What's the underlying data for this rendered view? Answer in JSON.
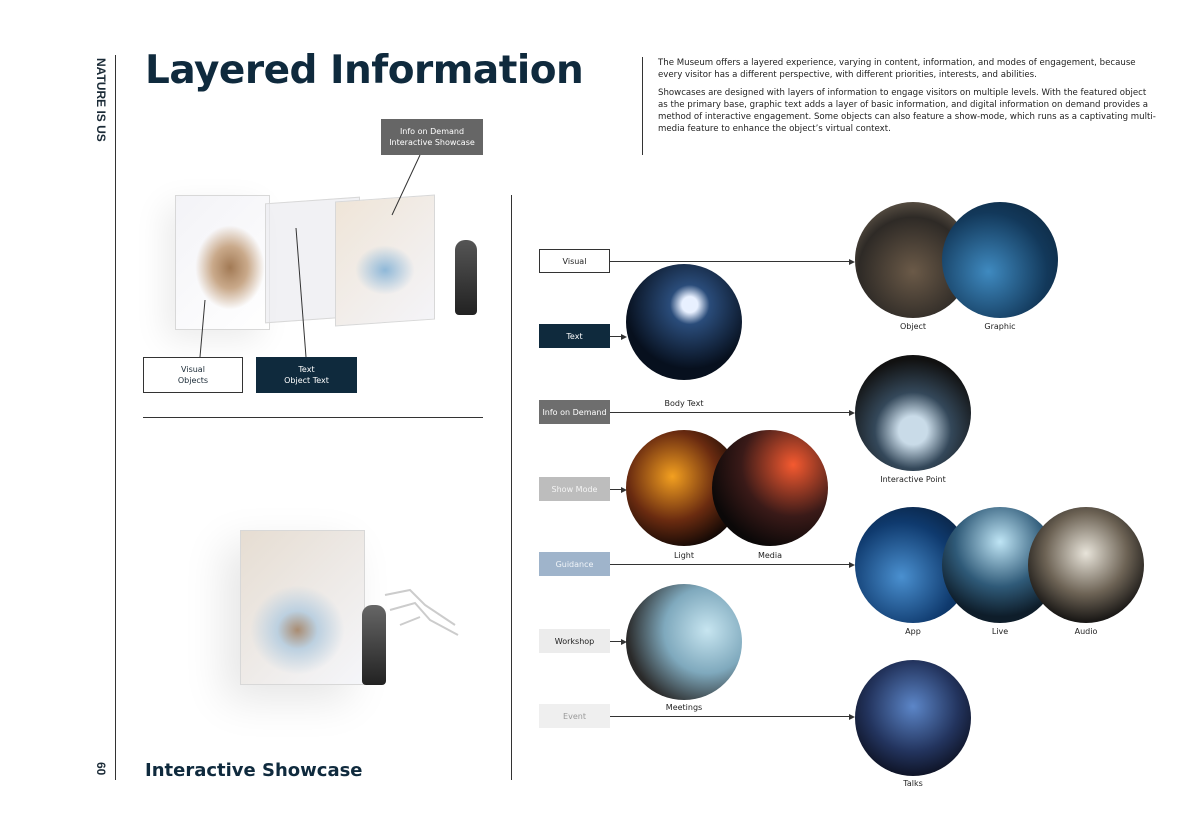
{
  "header": {
    "section": "NATURE IS US",
    "page_number": "60",
    "title": "Layered Information",
    "subtitle": "Interactive Showcase"
  },
  "intro": {
    "p1": "The Museum offers a layered experience, varying in content, information, and modes of engagement, because every visitor has a different perspective, with different priorities, interests, and abilities.",
    "p2": "Showcases are designed with layers of information to engage visitors on multiple levels. With the featured object as the primary base, graphic text adds a layer of basic information, and digital information on demand provides a method of interactive engagement. Some objects can also feature a show-mode, which runs as a captivating multi-media feature to enhance the object’s virtual context."
  },
  "callouts": {
    "info_demand": [
      "Info on Demand",
      "Interactive Showcase"
    ],
    "visual": [
      "Visual",
      "Objects"
    ],
    "text": [
      "Text",
      "Object Text"
    ]
  },
  "layers": [
    {
      "label": "Visual",
      "color": "#ffffff",
      "captions": [
        "Object",
        "Graphic"
      ]
    },
    {
      "label": "Text",
      "color": "#0f2a3d",
      "captions": [
        "Body Text"
      ]
    },
    {
      "label": "Info on Demand",
      "color": "#6e6e6e",
      "captions": [
        "Interactive Point"
      ]
    },
    {
      "label": "Show Mode",
      "color": "#bdbdbd",
      "captions": [
        "Light",
        "Media"
      ]
    },
    {
      "label": "Guidance",
      "color": "#9fb4cb",
      "captions": [
        "App",
        "Live",
        "Audio"
      ]
    },
    {
      "label": "Workshop",
      "color": "#ececec",
      "captions": [
        "Meetings"
      ]
    },
    {
      "label": "Event",
      "color": "#efefef",
      "captions": [
        "Talks"
      ]
    }
  ]
}
